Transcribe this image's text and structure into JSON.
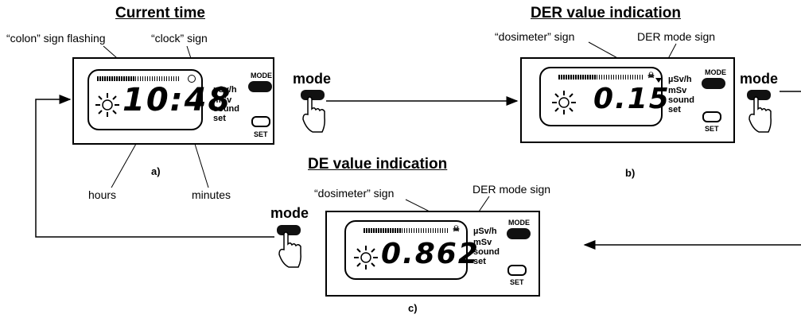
{
  "titles": {
    "current_time": "Current time",
    "der_value": "DER value indication",
    "de_value": "DE value indication"
  },
  "annotations": {
    "colon_flashing": "“colon” sign flashing",
    "clock_sign": "“clock” sign",
    "hours": "hours",
    "minutes": "minutes",
    "dosimeter_sign_b": "“dosimeter” sign",
    "der_mode_sign_b": "DER mode  sign",
    "dosimeter_sign_c": "“dosimeter” sign",
    "der_mode_sign_c": "DER mode  sign"
  },
  "captions": {
    "a": "a)",
    "b": "b)",
    "c": "c)"
  },
  "mode_label": "mode",
  "device": {
    "units": [
      "µSv/h",
      "mSv",
      "sound",
      "set"
    ],
    "mode_button": "MODE",
    "set_button": "SET"
  },
  "displays": {
    "a": "10:48",
    "b": "0.15",
    "c": "0.862"
  }
}
